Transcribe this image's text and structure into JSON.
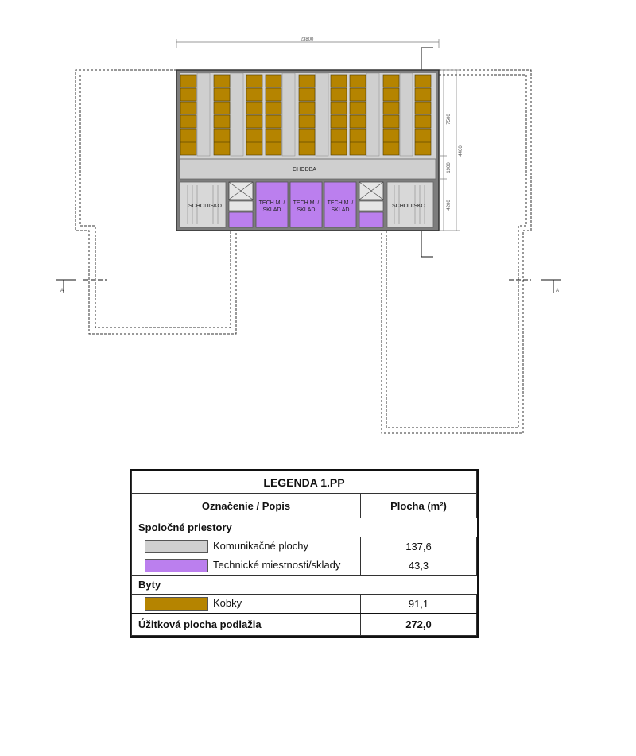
{
  "plan": {
    "dimension_top": "23800",
    "dimension_right": [
      "7500",
      "4400",
      "1900",
      "4200"
    ],
    "rooms": {
      "corridor": "CHODBA",
      "stair_left": "SCHODISKO",
      "stair_right": "SCHODISKO",
      "tech_line1": "TECH.M. /",
      "tech_line2": "SKLAD"
    },
    "section_marker": "A",
    "colors": {
      "common": "#cfcfcf",
      "technical": "#bb7fee",
      "storage": "#b58400",
      "wall": "#7d7d7d"
    }
  },
  "legend": {
    "title": "LEGENDA 1.PP",
    "col_label": "Označenie / Popis",
    "col_area": "Plocha (m²)",
    "groups": [
      {
        "name": "Spoločné priestory",
        "items": [
          {
            "label": "Komunikačné plochy",
            "value": "137,6",
            "color": "#cfcfcf"
          },
          {
            "label": "Technické miestnosti/sklady",
            "value": "43,3",
            "color": "#bb7fee"
          }
        ]
      },
      {
        "name": "Byty",
        "items": [
          {
            "label": "Kobky",
            "value": "91,1",
            "color": "#b58400"
          }
        ]
      }
    ],
    "total_label": "Úžitková plocha podlažia",
    "total_value": "272,0"
  }
}
